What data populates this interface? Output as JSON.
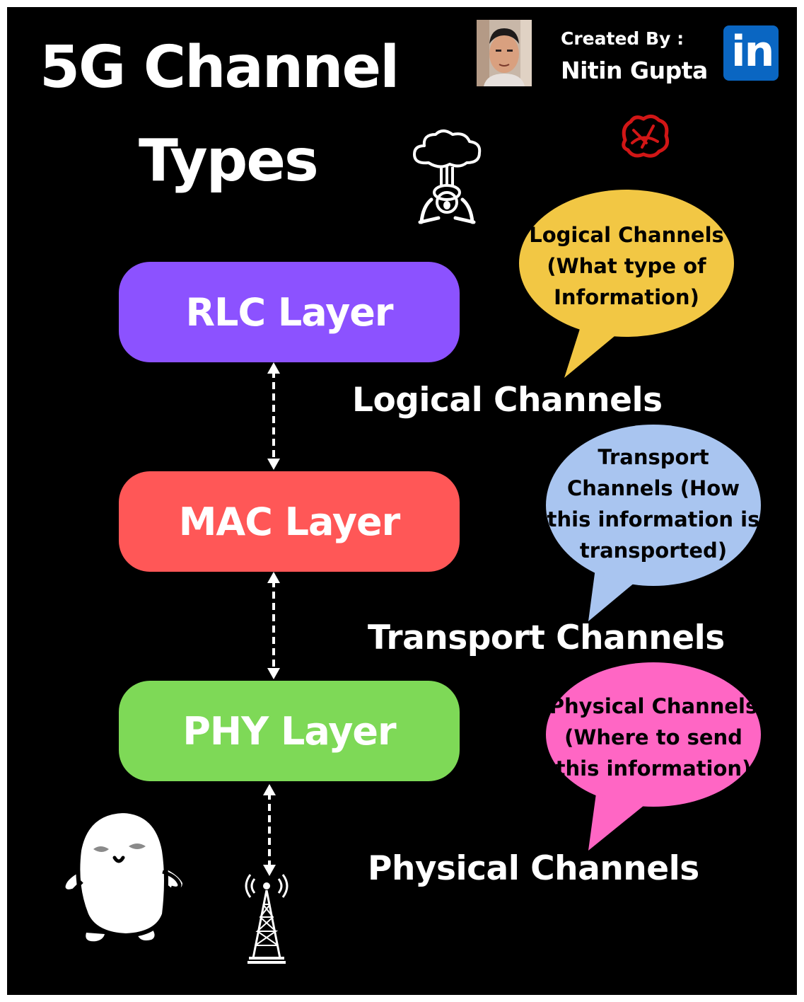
{
  "title": {
    "line1": "5G Channel",
    "line2": "Types"
  },
  "credit": {
    "created_by": "Created By :",
    "author": "Nitin Gupta",
    "linkedin_text": "in"
  },
  "colors": {
    "background": "#000000",
    "rlc": "#8c52ff",
    "mac": "#ff5757",
    "phy": "#7ed957",
    "logical_bubble": "#f2c744",
    "transport_bubble": "#a9c5f0",
    "physical_bubble": "#ff66c4",
    "linkedin": "#0a66c2"
  },
  "layers": [
    {
      "label": "RLC Layer"
    },
    {
      "label": "MAC Layer"
    },
    {
      "label": "PHY Layer"
    }
  ],
  "channels": [
    {
      "label": "Logical Channels"
    },
    {
      "label": "Transport Channels"
    },
    {
      "label": "Physical Channels"
    }
  ],
  "bubbles": [
    {
      "lines": [
        "Logical Channels",
        "(What type of",
        "Information)"
      ]
    },
    {
      "lines": [
        "Transport",
        "Channels (How",
        "this information is",
        "transported)"
      ]
    },
    {
      "lines": [
        "Physical Channels",
        "(Where to send",
        "this information)"
      ]
    }
  ],
  "icons": [
    "author-photo",
    "linkedin-icon",
    "mind-blown-icon",
    "red-doodle-icon",
    "penguin-icon",
    "cell-tower-icon",
    "double-arrow-icon"
  ]
}
